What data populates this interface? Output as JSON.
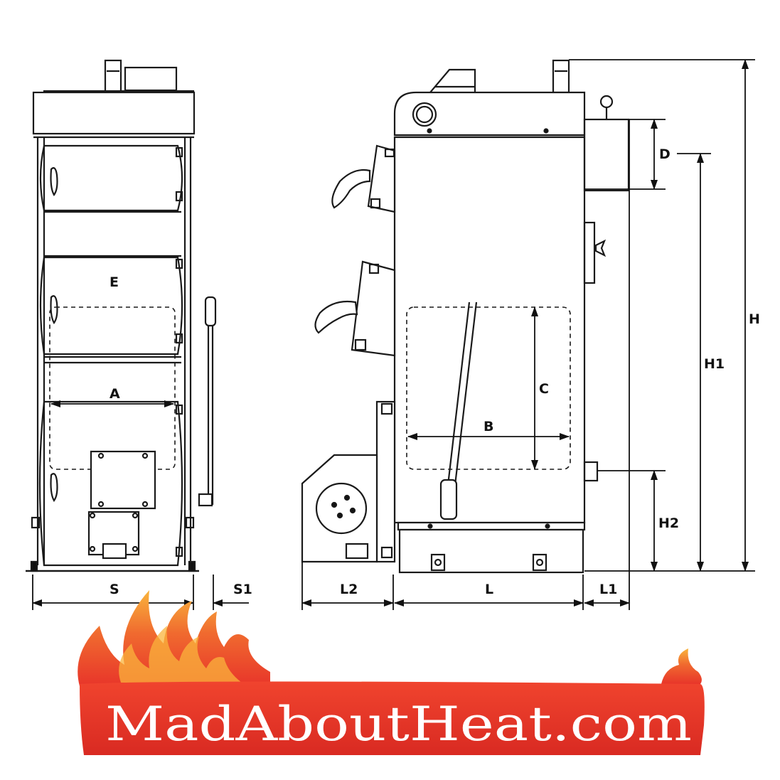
{
  "labels": {
    "A": "A",
    "B": "B",
    "C": "C",
    "D": "D",
    "E": "E",
    "H": "H",
    "H1": "H1",
    "H2": "H2",
    "S": "S",
    "S1": "S1",
    "L": "L",
    "L1": "L1",
    "L2": "L2"
  },
  "logo": {
    "text": "MadAboutHeat.com",
    "colors": {
      "banner": "#e8352a",
      "flame_outer": "#e8442c",
      "flame_inner": "#f7a33b",
      "text": "#ffffff"
    }
  }
}
